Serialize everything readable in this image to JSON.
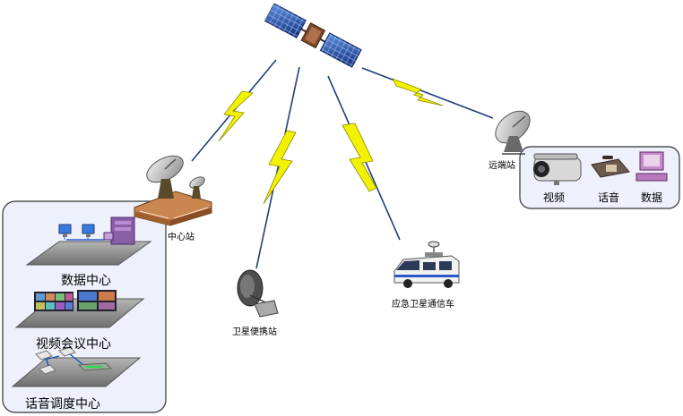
{
  "labels": {
    "central_station": "中心站",
    "remote_station": "远端站",
    "portable_station": "卫星便携站",
    "emergency_vehicle": "应急卫星通信车",
    "data_center": "数据中心",
    "video_conference_center": "视频会议中心",
    "voice_dispatch_center": "话音调度中心",
    "video": "视频",
    "voice": "话音",
    "data": "数据"
  },
  "icons": {
    "satellite": "satellite-icon",
    "dish": "satellite-dish-icon",
    "building": "building-icon",
    "camera": "camera-icon",
    "phone": "phone-icon",
    "computer": "computer-icon",
    "vehicle": "van-icon"
  },
  "colors": {
    "lightning_fill": "#f2f200",
    "beam_line": "#1f3f7a",
    "panel_fill": "#eef0fb",
    "panel_border": "#333333",
    "platform_fill": "#8a8a8a"
  }
}
